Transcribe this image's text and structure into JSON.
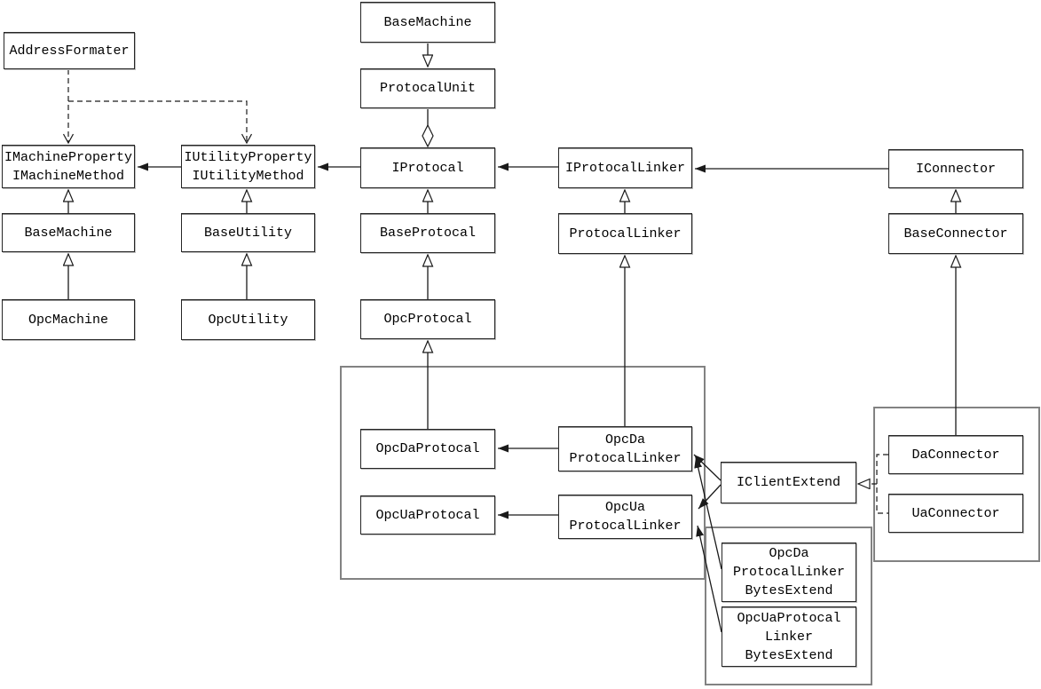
{
  "diagram": {
    "kind": "uml-class-diagram",
    "colors": {
      "background": "#ffffff",
      "line": "#1a1a1a",
      "box_border": "#262626",
      "box_highlight": "#8e8e8e",
      "group_border": "#828282",
      "text": "#000000"
    },
    "nodes": {
      "address_formater": {
        "label": "AddressFormater"
      },
      "base_machine_top": {
        "label": "BaseMachine"
      },
      "protocal_unit": {
        "label": "ProtocalUnit"
      },
      "i_machine": {
        "label": "IMachineProperty\nIMachineMethod"
      },
      "i_utility": {
        "label": "IUtilityProperty\nIUtilityMethod"
      },
      "i_protocal": {
        "label": "IProtocal"
      },
      "i_protocal_linker": {
        "label": "IProtocalLinker"
      },
      "i_connector": {
        "label": "IConnector"
      },
      "base_machine": {
        "label": "BaseMachine"
      },
      "base_utility": {
        "label": "BaseUtility"
      },
      "base_protocal": {
        "label": "BaseProtocal"
      },
      "protocal_linker": {
        "label": "ProtocalLinker"
      },
      "base_connector": {
        "label": "BaseConnector"
      },
      "opc_machine": {
        "label": "OpcMachine"
      },
      "opc_utility": {
        "label": "OpcUtility"
      },
      "opc_protocal": {
        "label": "OpcProtocal"
      },
      "opc_da_protocal": {
        "label": "OpcDaProtocal"
      },
      "opc_ua_protocal": {
        "label": "OpcUaProtocal"
      },
      "opc_da_protocal_linker": {
        "label": "OpcDa\nProtocalLinker"
      },
      "opc_ua_protocal_linker": {
        "label": "OpcUa\nProtocalLinker"
      },
      "i_client_extend": {
        "label": "IClientExtend"
      },
      "da_connector": {
        "label": "DaConnector"
      },
      "ua_connector": {
        "label": "UaConnector"
      },
      "opc_da_pl_bytes_extend": {
        "label": "OpcDa\nProtocalLinker\nBytesExtend"
      },
      "opc_ua_pl_bytes_extend": {
        "label": "OpcUaProtocal\nLinker\nBytesExtend"
      }
    },
    "relations": [
      {
        "from": "AddressFormater",
        "to": "IMachineProperty/IMachineMethod",
        "type": "dashed-dependency"
      },
      {
        "from": "AddressFormater",
        "to": "IUtilityProperty/IUtilityMethod",
        "type": "dashed-dependency"
      },
      {
        "from": "IUtilityProperty/IUtilityMethod",
        "to": "IMachineProperty/IMachineMethod",
        "type": "association"
      },
      {
        "from": "IProtocal",
        "to": "IUtilityProperty/IUtilityMethod",
        "type": "association"
      },
      {
        "from": "IProtocalLinker",
        "to": "IProtocal",
        "type": "association"
      },
      {
        "from": "IConnector",
        "to": "IProtocalLinker",
        "type": "association"
      },
      {
        "from": "BaseMachine (top)",
        "to": "ProtocalUnit",
        "type": "generalization"
      },
      {
        "from": "ProtocalUnit",
        "to": "IProtocal",
        "type": "aggregation"
      },
      {
        "from": "BaseMachine",
        "to": "IMachineProperty/IMachineMethod",
        "type": "generalization"
      },
      {
        "from": "BaseUtility",
        "to": "IUtilityProperty/IUtilityMethod",
        "type": "generalization"
      },
      {
        "from": "BaseProtocal",
        "to": "IProtocal",
        "type": "generalization"
      },
      {
        "from": "ProtocalLinker",
        "to": "IProtocalLinker",
        "type": "generalization"
      },
      {
        "from": "BaseConnector",
        "to": "IConnector",
        "type": "generalization"
      },
      {
        "from": "OpcMachine",
        "to": "BaseMachine",
        "type": "generalization"
      },
      {
        "from": "OpcUtility",
        "to": "BaseUtility",
        "type": "generalization"
      },
      {
        "from": "OpcProtocal",
        "to": "BaseProtocal",
        "type": "generalization"
      },
      {
        "from": "OpcDaProtocal",
        "to": "OpcProtocal",
        "type": "generalization"
      },
      {
        "from": "OpcDa ProtocalLinker",
        "to": "ProtocalLinker",
        "type": "generalization"
      },
      {
        "from": "DaConnector",
        "to": "BaseConnector",
        "type": "generalization"
      },
      {
        "from": "OpcDa ProtocalLinker",
        "to": "OpcDaProtocal",
        "type": "association"
      },
      {
        "from": "OpcUa ProtocalLinker",
        "to": "OpcUaProtocal",
        "type": "association"
      },
      {
        "from": "IClientExtend",
        "to": "OpcDa ProtocalLinker",
        "type": "association"
      },
      {
        "from": "IClientExtend",
        "to": "OpcUa ProtocalLinker",
        "type": "association"
      },
      {
        "from": "OpcDa ProtocalLinker BytesExtend",
        "to": "OpcDa ProtocalLinker",
        "type": "association"
      },
      {
        "from": "OpcUaProtocal Linker BytesExtend",
        "to": "OpcUa ProtocalLinker",
        "type": "association"
      },
      {
        "from": "DaConnector",
        "to": "IClientExtend",
        "type": "dashed-realization"
      },
      {
        "from": "UaConnector",
        "to": "IClientExtend",
        "type": "dashed-realization"
      }
    ]
  }
}
